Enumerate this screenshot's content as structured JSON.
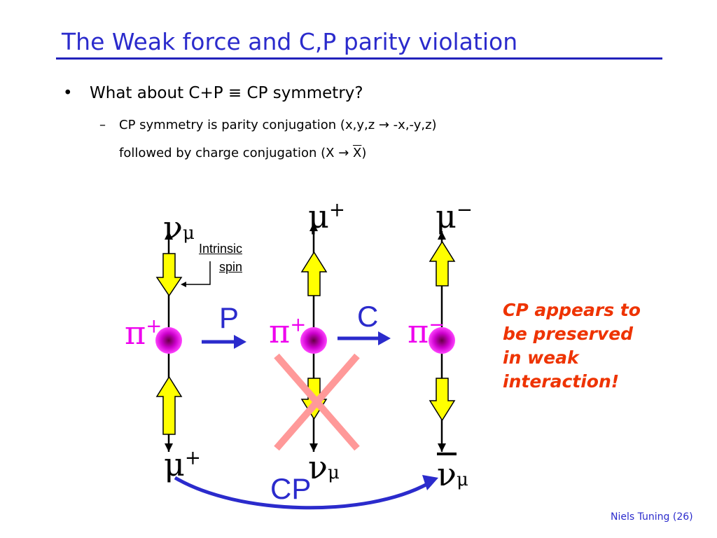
{
  "slide": {
    "title": "The Weak force and C,P parity violation",
    "bullet": "What about C+P ≡ CP symmetry?",
    "sub1": "CP symmetry is parity conjugation (x,y,z → -x,-y,z)",
    "sub2_prefix": "followed by charge conjugation (X → ",
    "sub2_x": "X",
    "sub2_suffix": ")",
    "footer": "Niels Tuning (26)"
  },
  "diagram": {
    "nu": "ν",
    "mu": "μ",
    "pi": "π",
    "plus": "+",
    "minus": "−",
    "intrinsic_line1": "Intrinsic",
    "intrinsic_line2": "spin",
    "arrow_p": "P",
    "arrow_c": "C",
    "arrow_cp": "CP",
    "note": "CP appears to\nbe preserved\nin weak\ninteraction!"
  },
  "colors": {
    "title": "#2b2bcc",
    "arrow": "#2b2bcc",
    "pion": "#ee00ee",
    "spin_fill": "#ffff00",
    "cross": "#ff9999",
    "note": "#ee3300"
  }
}
